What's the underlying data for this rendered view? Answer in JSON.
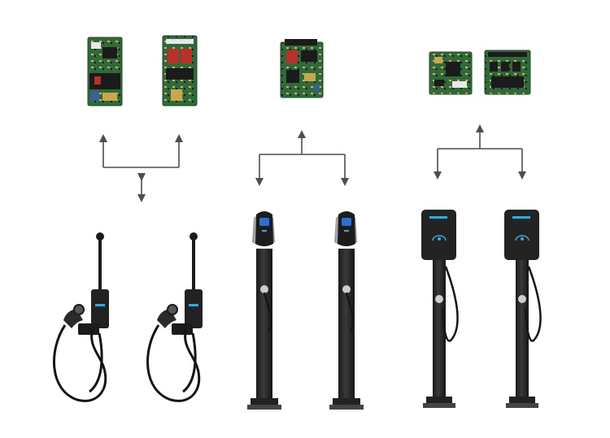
{
  "scene": {
    "background": "#ffffff",
    "colors": {
      "pcb_green": "#2f6a3a",
      "pcb_dark": "#1f4a2a",
      "component_black": "#1b1b1b",
      "relay_red": "#b8322a",
      "capacitor_blue": "#3a5fa0",
      "header_white": "#e8e8e8",
      "arrow": "#4a4f55",
      "charger_body": "#2a2a2a",
      "charger_dark": "#161616",
      "screen_cyan": "#38a9d8",
      "silver_accent": "#b9bfc5",
      "screen_blue": "#2a6fd6"
    },
    "groups": [
      {
        "name": "portable-charger-group",
        "boards": 2,
        "chargers": 2,
        "connector": "bidirectional-arrow"
      },
      {
        "name": "pillar-charger-group",
        "boards": 1,
        "chargers": 2,
        "connector": "split-arrow"
      },
      {
        "name": "wallbox-charger-group",
        "boards": 2,
        "chargers": 2,
        "connector": "split-arrow"
      }
    ]
  }
}
